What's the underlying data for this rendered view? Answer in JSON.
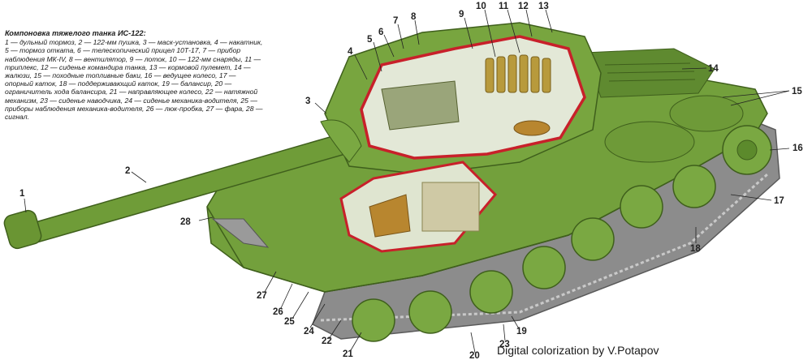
{
  "legend": {
    "title": "Компоновка тяжелого танка ИС-122:",
    "text": "1 — дульный тормоз, 2 — 122-мм пушка, 3 — маск-установка, 4 — накатник, 5 — тормоз отката, 6 — телескопический прицел 10Т-17, 7 — прибор наблюдения МК-IV, 8 — вентилятор, 9 — лоток, 10 — 122-мм снаряды, 11 — триплекс, 12 — сиденье командира танка, 13 — кормовой пулемет, 14 — жалюзи, 15 — походные топливные баки, 16 — ведущее колесо, 17 — опорный каток, 18 — поддерживающий каток, 19 — балансир, 20 — ограничитель хода балансира, 21 — направляющее колесо, 22 — натяжной механизм, 23 — сиденье наводчика, 24 — сиденье механика-водителя, 25 — приборы наблюдения механика-водителя, 26 — люк-пробка, 27 — фара, 28 — сигнал."
  },
  "credit": "Digital colorization by V.Potapov",
  "callouts": [
    "1",
    "2",
    "3",
    "4",
    "5",
    "6",
    "7",
    "8",
    "9",
    "10",
    "11",
    "12",
    "13",
    "14",
    "15",
    "16",
    "17",
    "18",
    "19",
    "20",
    "21",
    "22",
    "23",
    "24",
    "25",
    "26",
    "27",
    "28"
  ],
  "colors": {
    "hull_green": "#6f9a3a",
    "hull_dark": "#4d7226",
    "cutaway_red": "#c8202a",
    "track_gray": "#8a8a8a",
    "interior_pale": "#dfe6d2"
  },
  "icons": {
    "tank": "tank-cutaway-illustration"
  }
}
